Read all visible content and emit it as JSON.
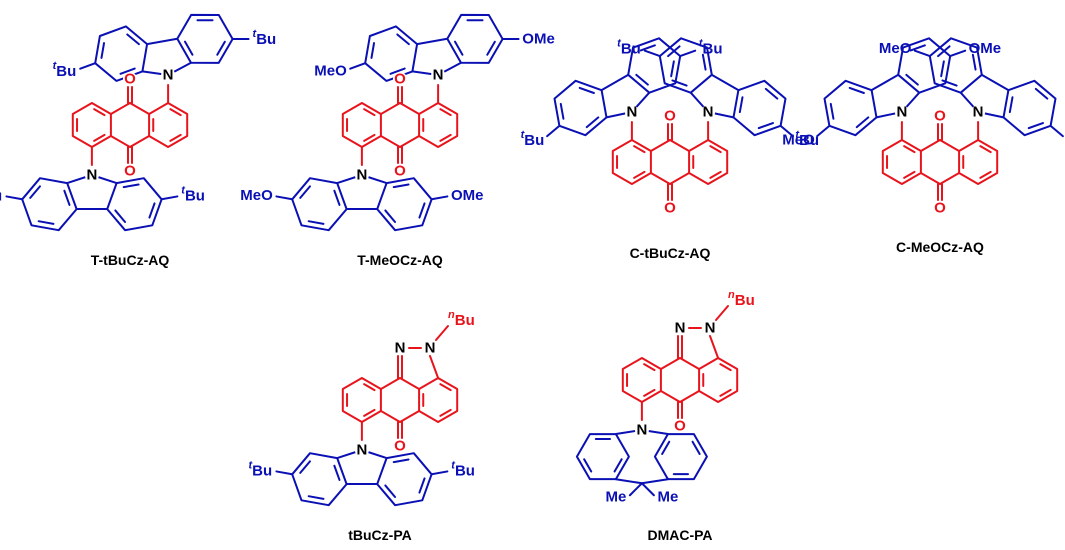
{
  "colors": {
    "core": "#e8141c",
    "donor": "#0a10b4",
    "label": "#000000"
  },
  "molecules": [
    {
      "name": "T-tBuCz-AQ",
      "core": "anthraquinone",
      "core_atoms": [
        "O",
        "O"
      ],
      "donors": [
        {
          "type": "carbazole",
          "N": "N",
          "substituent": "Bu",
          "substituent_prefix": "t"
        },
        {
          "type": "carbazole",
          "N": "N",
          "substituent": "Bu",
          "substituent_prefix": "t"
        }
      ]
    },
    {
      "name": "T-MeOCz-AQ",
      "core": "anthraquinone",
      "core_atoms": [
        "O",
        "O"
      ],
      "donors": [
        {
          "type": "carbazole",
          "N": "N",
          "substituent": "OMe",
          "substituent_alt": "MeO"
        },
        {
          "type": "carbazole",
          "N": "N",
          "substituent": "OMe",
          "substituent_alt": "MeO"
        }
      ]
    },
    {
      "name": "C-tBuCz-AQ",
      "core": "anthraquinone",
      "core_atoms": [
        "O",
        "O"
      ],
      "donors": [
        {
          "type": "carbazole",
          "N": "N",
          "substituent": "Bu",
          "substituent_prefix": "t"
        },
        {
          "type": "carbazole",
          "N": "N",
          "substituent": "Bu",
          "substituent_prefix": "t"
        }
      ]
    },
    {
      "name": "C-MeOCz-AQ",
      "core": "anthraquinone",
      "core_atoms": [
        "O",
        "O"
      ],
      "donors": [
        {
          "type": "carbazole",
          "N": "N",
          "substituent": "OMe",
          "substituent_alt": "MeO"
        },
        {
          "type": "carbazole",
          "N": "N",
          "substituent": "OMe",
          "substituent_alt": "MeO"
        }
      ]
    },
    {
      "name": "tBuCz-PA",
      "core": "pyrazoloanthrone",
      "core_atoms": [
        "N",
        "N",
        "O"
      ],
      "core_substituent": "Bu",
      "core_substituent_prefix": "n",
      "donors": [
        {
          "type": "carbazole",
          "N": "N",
          "substituent": "Bu",
          "substituent_prefix": "t"
        }
      ]
    },
    {
      "name": "DMAC-PA",
      "core": "pyrazoloanthrone",
      "core_atoms": [
        "N",
        "N",
        "O"
      ],
      "core_substituent": "Bu",
      "core_substituent_prefix": "n",
      "donors": [
        {
          "type": "acridan",
          "N": "N",
          "substituent": "Me"
        }
      ]
    }
  ]
}
